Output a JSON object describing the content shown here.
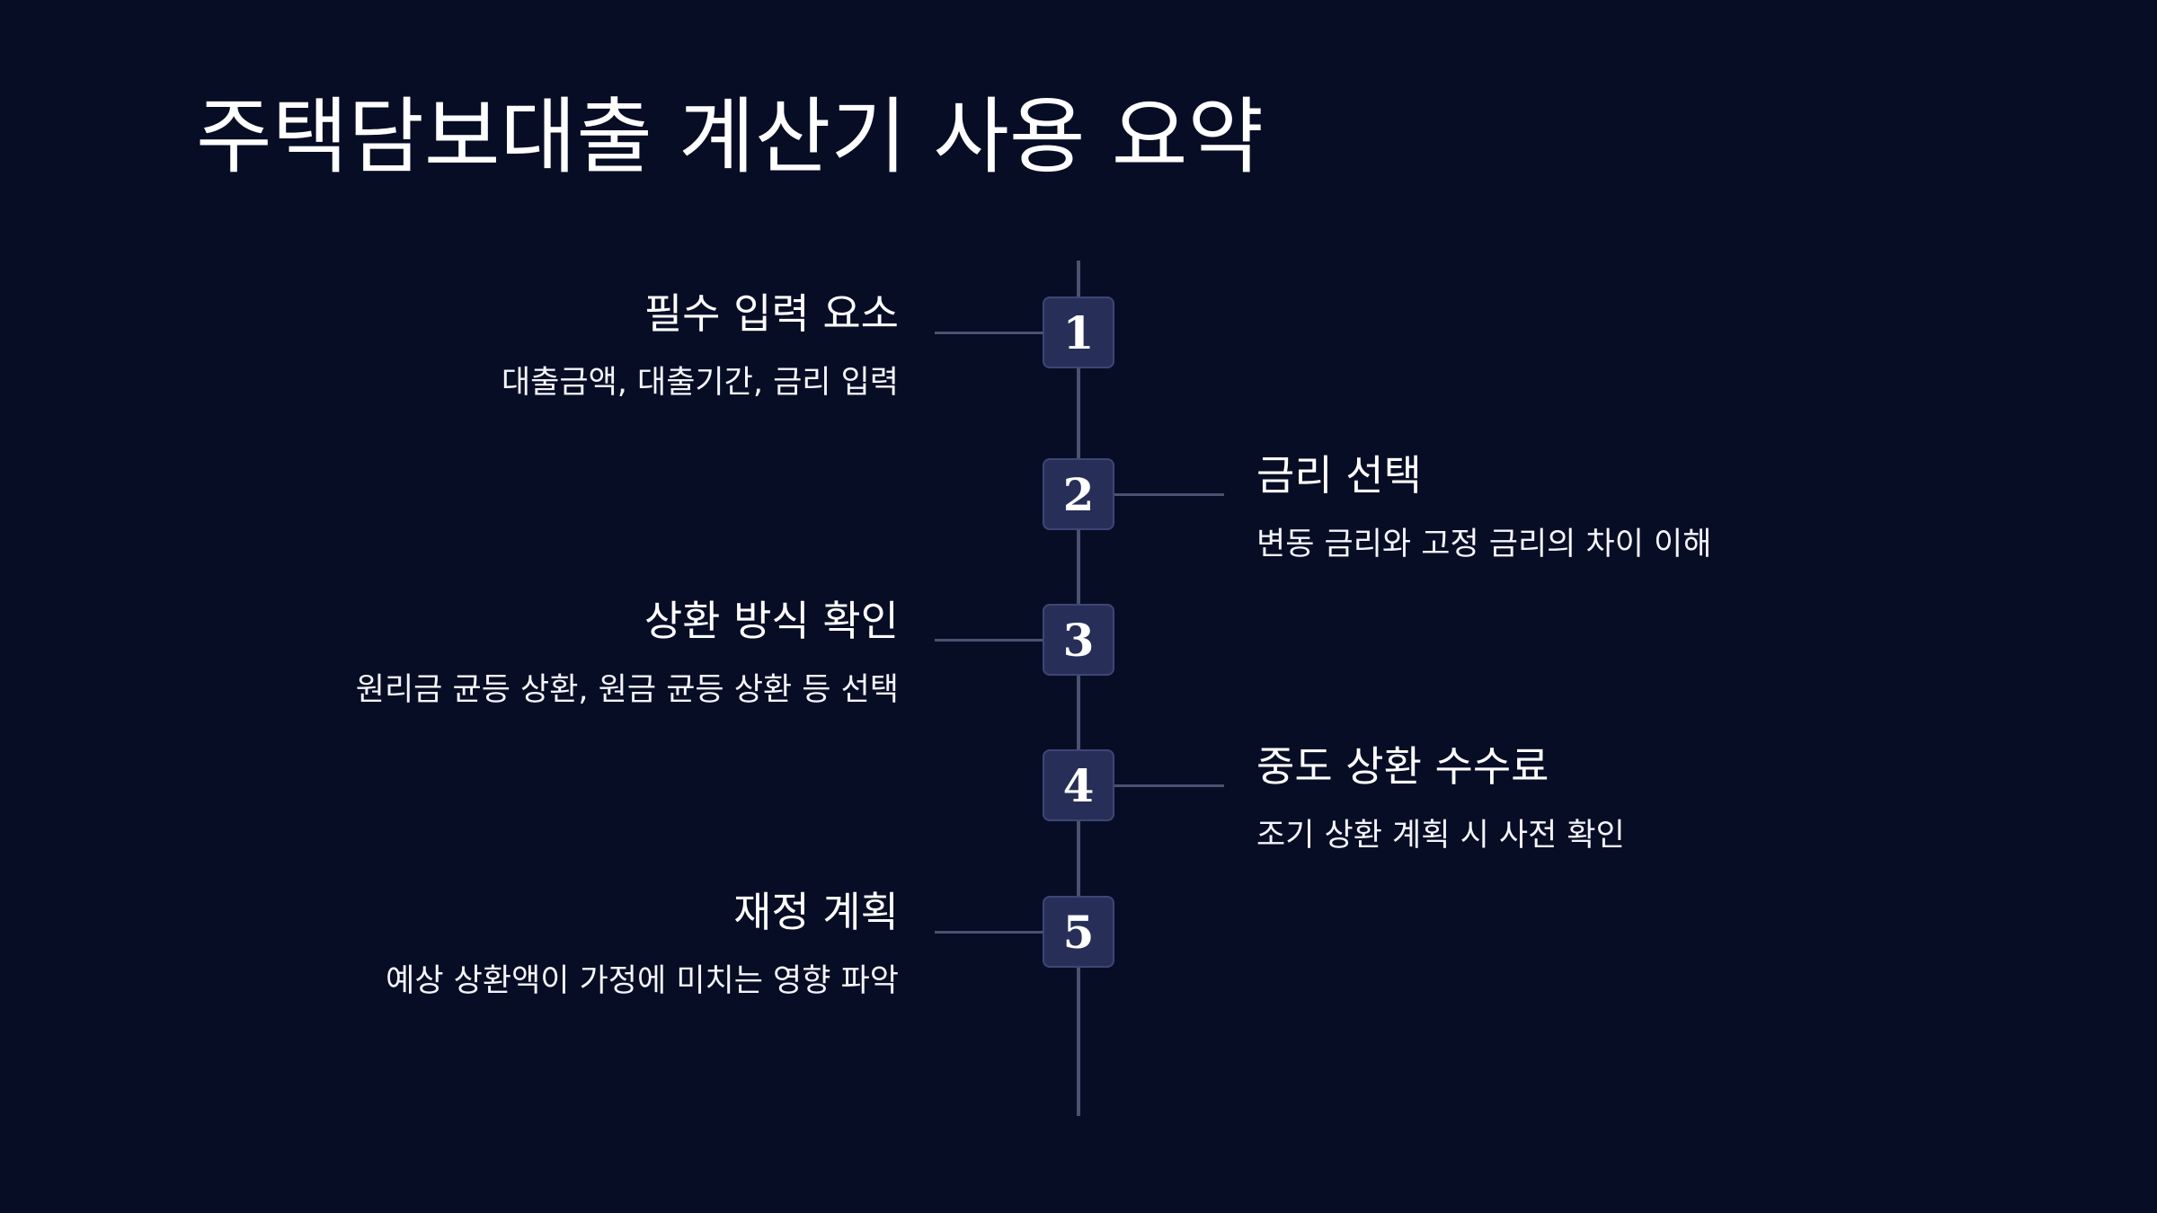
{
  "slide": {
    "title": "주택담보대출 계산기 사용 요약"
  },
  "steps": [
    {
      "number": "1",
      "heading": "필수 입력 요소",
      "description": "대출금액, 대출기간, 금리 입력"
    },
    {
      "number": "2",
      "heading": "금리 선택",
      "description": "변동 금리와 고정 금리의 차이 이해"
    },
    {
      "number": "3",
      "heading": "상환 방식 확인",
      "description": "원리금 균등 상환, 원금 균등 상환 등 선택"
    },
    {
      "number": "4",
      "heading": "중도 상환 수수료",
      "description": "조기 상환 계획 시 사전 확인"
    },
    {
      "number": "5",
      "heading": "재정 계획",
      "description": "예상 상환액이 가정에 미치는 영향 파악"
    }
  ],
  "colors": {
    "background": "#080d26",
    "badge_fill": "#272f58",
    "line": "#4a5271",
    "text": "#ffffff"
  }
}
